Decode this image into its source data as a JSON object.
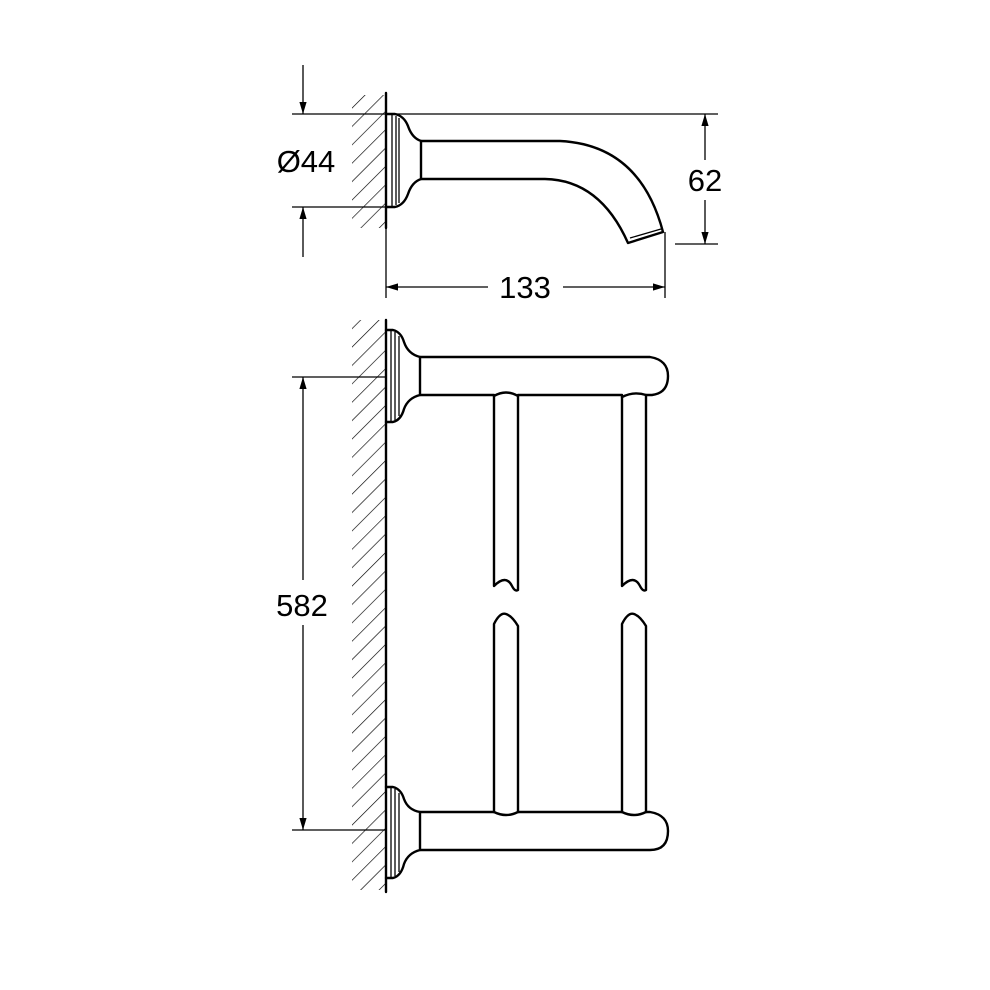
{
  "drawing": {
    "side_view": {
      "diameter_label": "Ø44",
      "height_label": "62",
      "projection_label": "133"
    },
    "front_view": {
      "spacing_label": "582"
    },
    "line_color": "#000000",
    "background_color": "#ffffff"
  }
}
